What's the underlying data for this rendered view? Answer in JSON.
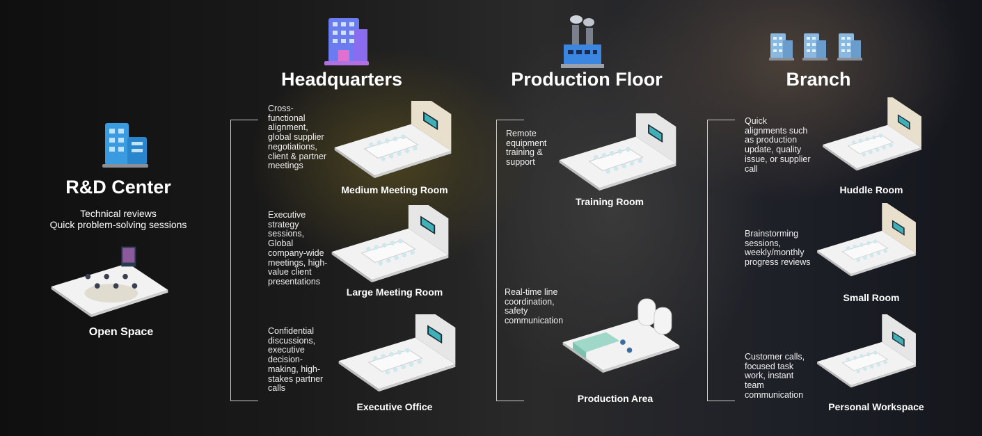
{
  "rd_center": {
    "title": "R&D Center",
    "subtitle_lines": [
      "Technical reviews",
      "Quick problem-solving sessions"
    ],
    "icon": "office-building-icon",
    "room": {
      "label": "Open Space"
    }
  },
  "headquarters": {
    "title": "Headquarters",
    "icon": "skyscraper-icon",
    "rooms": [
      {
        "label": "Medium Meeting Room",
        "description": "Cross-functional alignment, global supplier negotiations, client & partner meetings"
      },
      {
        "label": "Large Meeting Room",
        "description": "Executive strategy sessions, Global company-wide meetings, high-value client presentations"
      },
      {
        "label": "Executive Office",
        "description": "Confidential discussions, executive decision-making, high-stakes partner calls"
      }
    ]
  },
  "production_floor": {
    "title": "Production Floor",
    "icon": "factory-icon",
    "rooms": [
      {
        "label": "Training Room",
        "description": "Remote equipment training & support"
      },
      {
        "label": "Production Area",
        "description": "Real-time line coordination, safety communication"
      }
    ]
  },
  "branch": {
    "title": "Branch",
    "icon": "buildings-icon",
    "rooms": [
      {
        "label": "Huddle Room",
        "description": "Quick alignments such as production update, quality issue, or supplier call"
      },
      {
        "label": "Small Room",
        "description": "Brainstorming sessions, weekly/monthly progress reviews"
      },
      {
        "label": "Personal Workspace",
        "description": "Customer calls, focused task work, instant team communication"
      }
    ]
  },
  "colors": {
    "icon_blue": "#3a9be0",
    "icon_purple": "#8a6cf0",
    "floor": "#f2f2f2",
    "wall": "#e8e0cc",
    "screen": "#3fb0b8"
  }
}
